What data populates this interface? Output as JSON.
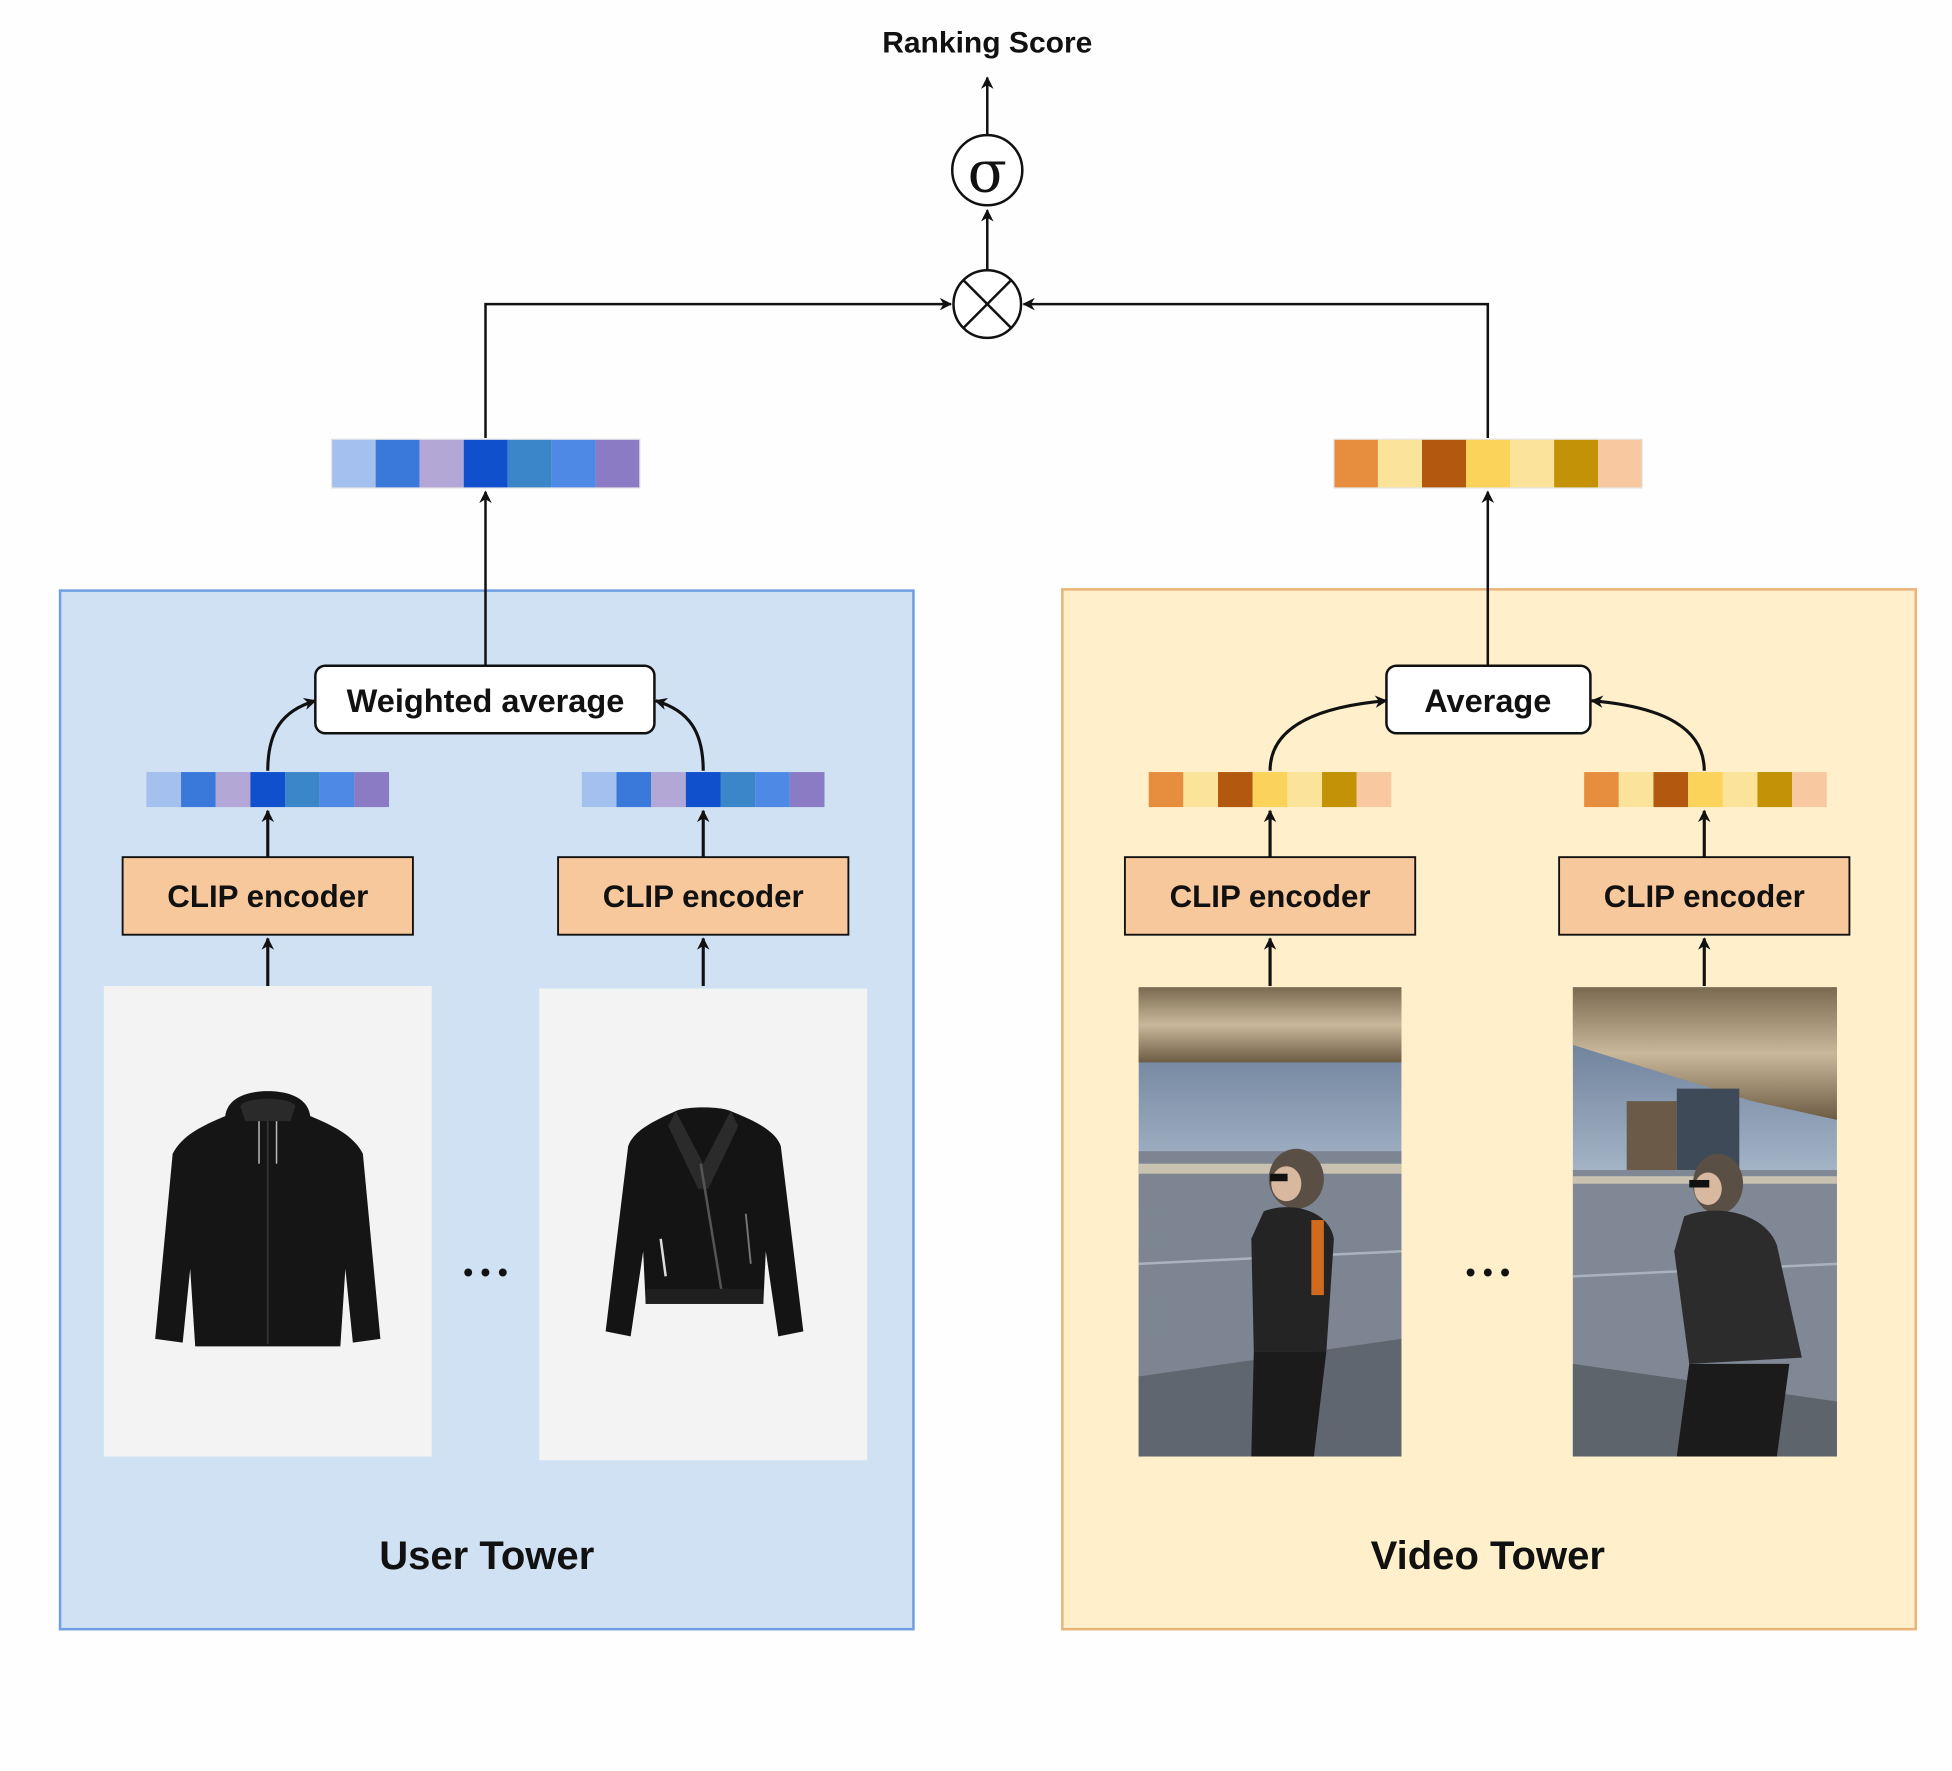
{
  "output": {
    "label": "Ranking Score",
    "sigmoid_symbol": "σ",
    "product_symbol": "⊗"
  },
  "user_tower": {
    "title": "User Tower",
    "aggregator": "Weighted average",
    "encoder_label": "CLIP encoder",
    "ellipsis": "• • •",
    "embedding_colors": [
      "#a4c0ee",
      "#3a78da",
      "#b3a7d8",
      "#1150cd",
      "#3b86c9",
      "#4f89e6",
      "#8b7bc5"
    ],
    "items": [
      {
        "icon": "hooded-jacket-icon",
        "background": "#f3f3f3"
      },
      {
        "icon": "leather-jacket-icon",
        "background": "#f3f3f3"
      }
    ],
    "panel_fill": "#cfe1f3",
    "panel_border": "#6f9ee3"
  },
  "video_tower": {
    "title": "Video Tower",
    "aggregator": "Average",
    "encoder_label": "CLIP encoder",
    "ellipsis": "• • •",
    "embedding_colors": [
      "#e78e3e",
      "#fbe39a",
      "#b3590f",
      "#fbd35a",
      "#fbe39a",
      "#c39206",
      "#f8c8a0"
    ],
    "items": [
      {
        "icon": "video-frame-person-icon"
      },
      {
        "icon": "video-frame-person-icon"
      }
    ],
    "panel_fill": "#fff0cb",
    "panel_border": "#eab478"
  },
  "colors": {
    "encoder_fill": "#f7c89b",
    "line": "#111111"
  }
}
